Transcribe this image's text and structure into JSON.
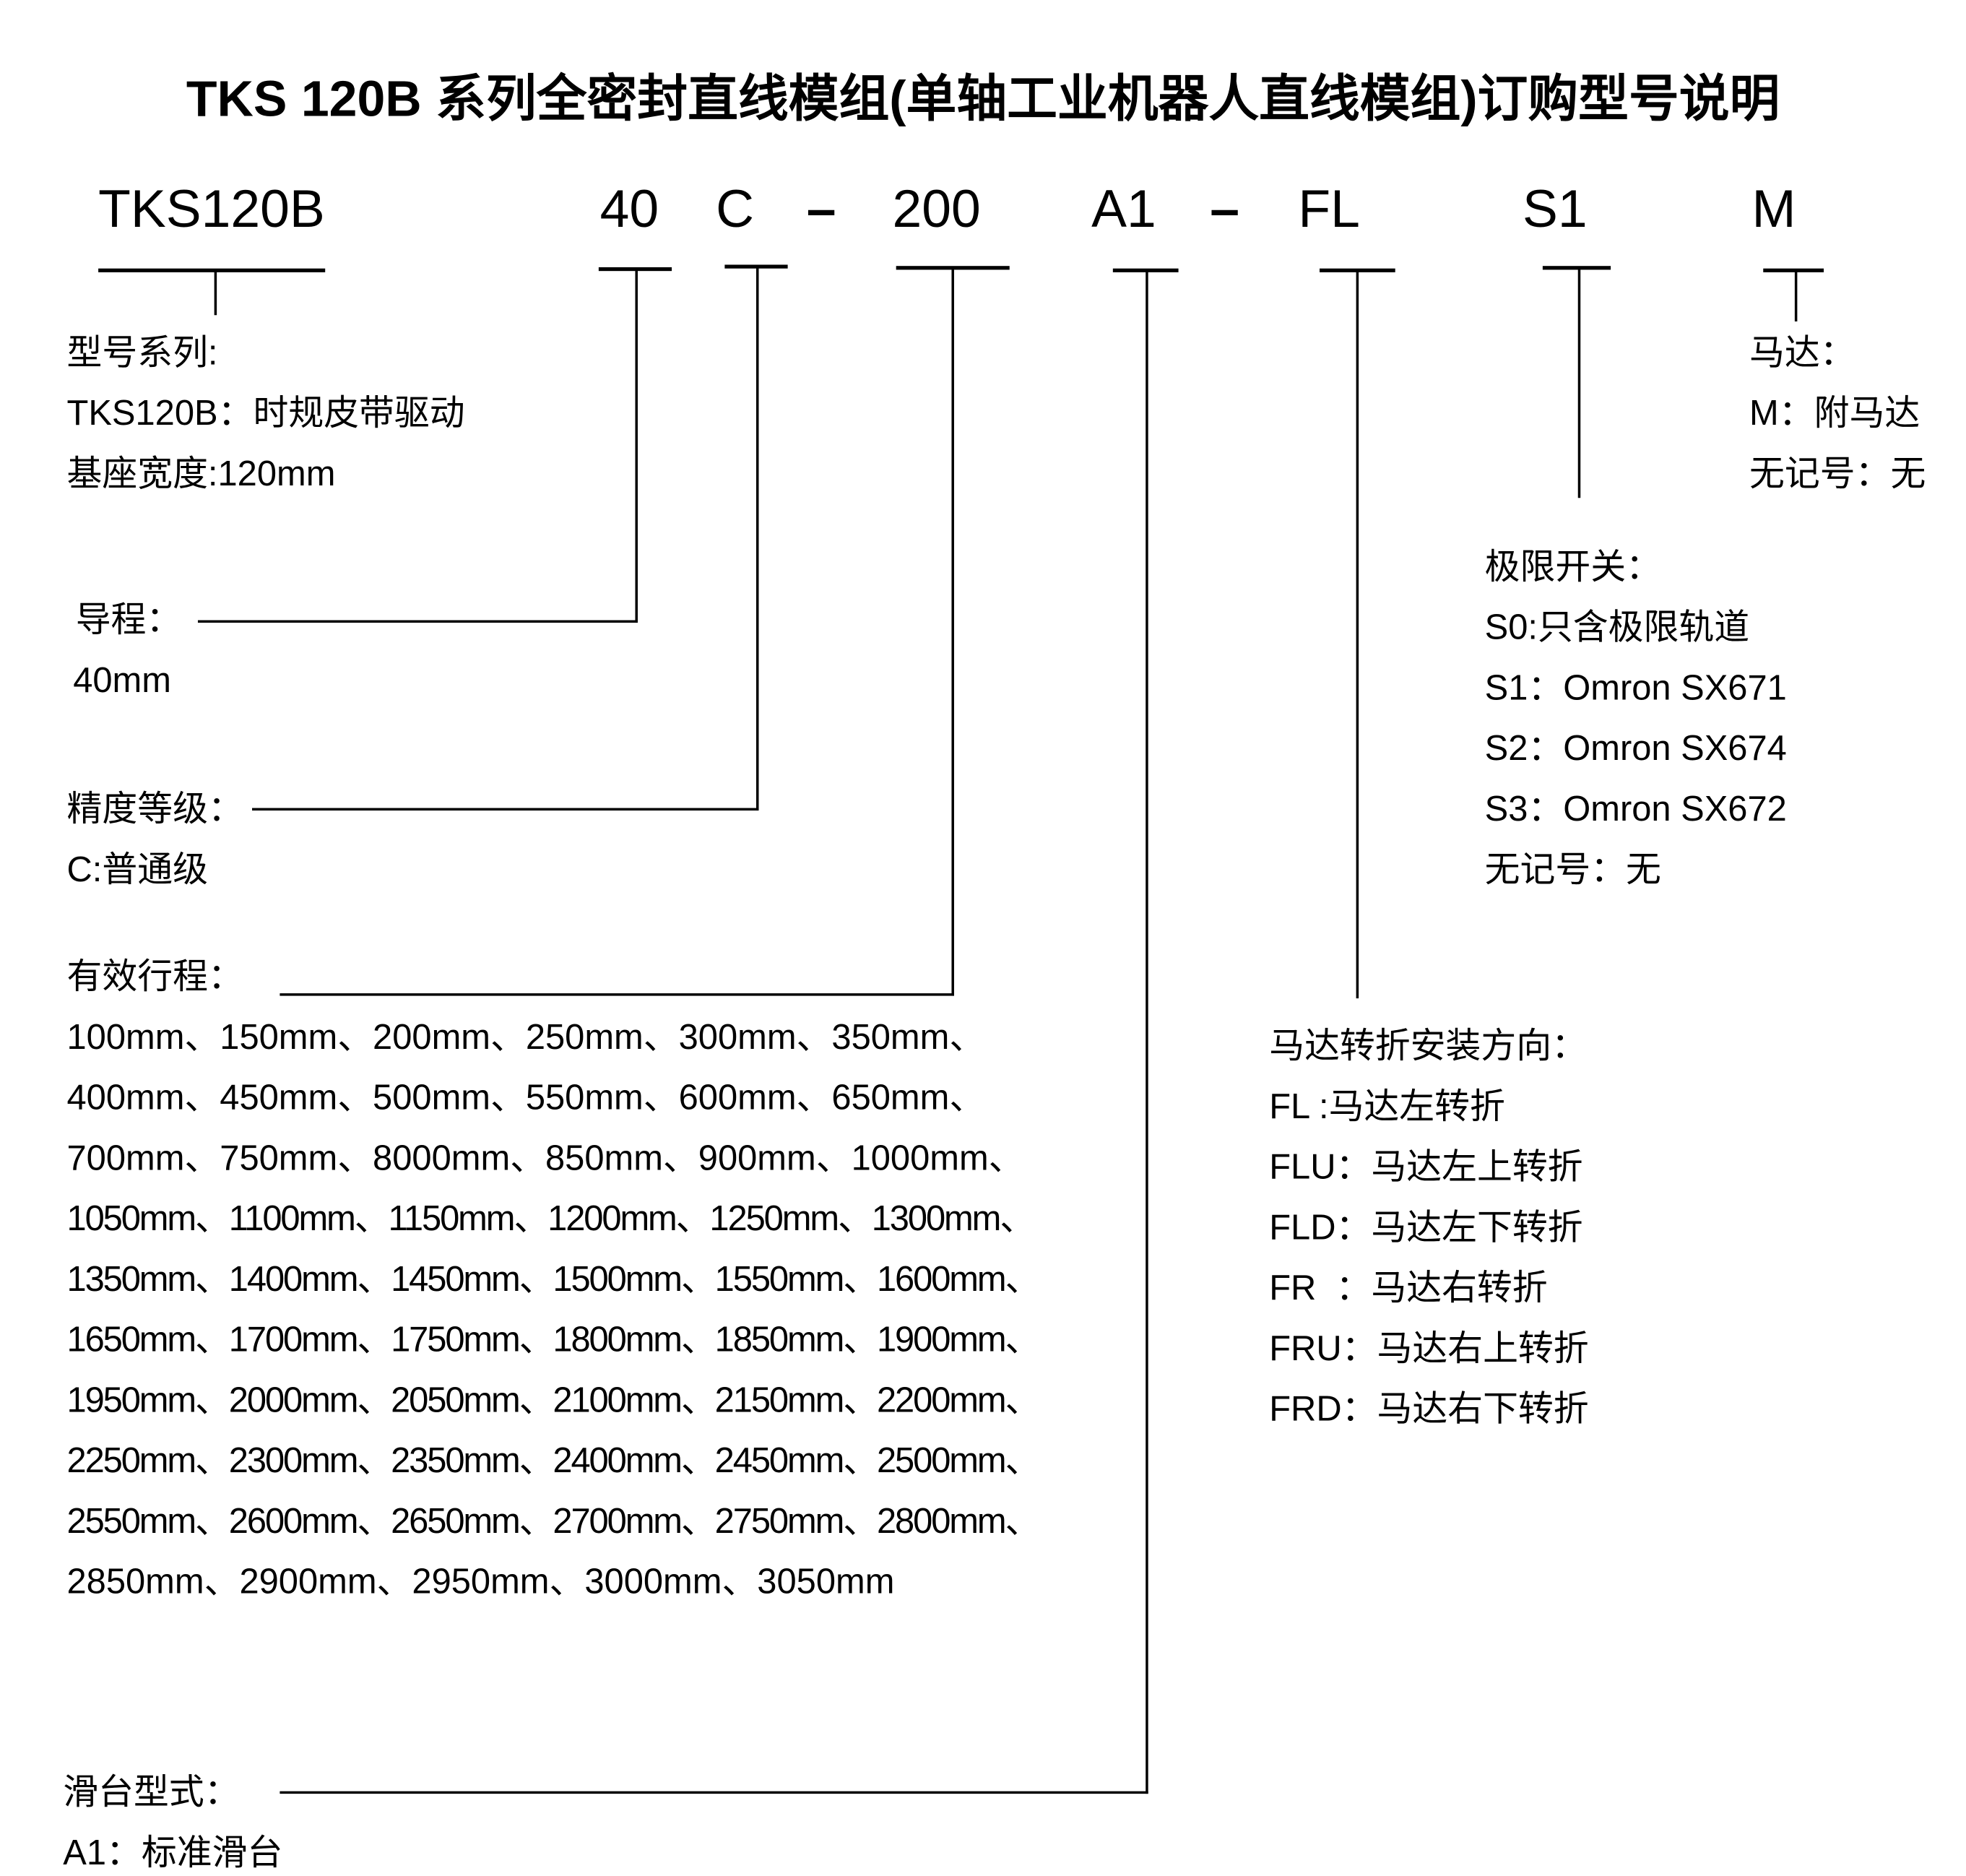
{
  "title": "TKS 120B  系列全密封直线模组(单轴工业机器人直线模组)订购型号说明",
  "code": {
    "series": "TKS120B",
    "lead": "40",
    "grade": "C",
    "dash1": "–",
    "stroke": "200",
    "slide": "A1",
    "dash2": "–",
    "motor_dir": "FL",
    "switch": "S1",
    "motor": "M"
  },
  "series": {
    "label": "型号系列:",
    "lines": [
      "TKS120B：时规皮带驱动",
      "基座宽度:120mm"
    ]
  },
  "lead": {
    "label": "导程：",
    "value": "40mm"
  },
  "grade": {
    "label": "精度等级：",
    "value": "C:普通级"
  },
  "stroke": {
    "label": "有效行程：",
    "lines": [
      "100mm、150mm、200mm、250mm、300mm、350mm、",
      "400mm、450mm、500mm、550mm、600mm、650mm、",
      "700mm、750mm、8000mm、850mm、900mm、1000mm、",
      "1050mm、1100mm、1150mm、1200mm、1250mm、1300mm、",
      "1350mm、1400mm、1450mm、1500mm、1550mm、1600mm、",
      "1650mm、1700mm、1750mm、1800mm、1850mm、1900mm、",
      "1950mm、2000mm、2050mm、2100mm、2150mm、2200mm、",
      "2250mm、2300mm、2350mm、2400mm、2450mm、2500mm、",
      "2550mm、2600mm、2650mm、2700mm、2750mm、2800mm、",
      "2850mm、2900mm、2950mm、3000mm、3050mm"
    ]
  },
  "slide": {
    "label": "滑台型式：",
    "value": "A1：标准滑台"
  },
  "motor": {
    "label": "马达：",
    "lines": [
      "M：附马达",
      "无记号：无"
    ]
  },
  "switch": {
    "label": "极限开关：",
    "lines": [
      "S0:只含极限轨道",
      "S1：Omron SX671",
      "S2：Omron SX674",
      "S3：Omron SX672",
      "无记号：无"
    ]
  },
  "motor_dir": {
    "label": "马达转折安装方向：",
    "lines": [
      "FL :马达左转折",
      "FLU：马达左上转折",
      "FLD：马达左下转折",
      "FR  ：马达右转折",
      "FRU：马达右上转折",
      "FRD：马达右下转折"
    ]
  }
}
